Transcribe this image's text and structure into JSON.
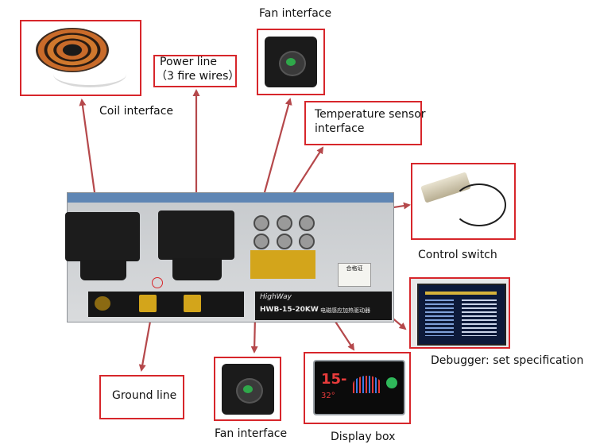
{
  "labels": {
    "coil": "Coil interface",
    "power_line_1": "Power line",
    "power_line_2": "（3 fire wires）",
    "fan_top": "Fan interface",
    "temp_sensor_1": "Temperature sensor",
    "temp_sensor_2": " interface",
    "control_switch": "Control switch",
    "debugger": "Debugger: set specification",
    "ground_line": "Ground line",
    "fan_bottom": "Fan interface",
    "display_box": "Display box"
  },
  "device": {
    "brand": "HighWay",
    "model": "HWB-15-20KW",
    "model_cn": "电磁感应加热驱动器",
    "cert": "合格证",
    "display_value": "15-",
    "display_temp": "32°"
  },
  "colors": {
    "frame": "#d7262b",
    "arrow": "#b5484b",
    "panel": "#c9cccf",
    "label_strip": "#d3a51b"
  }
}
